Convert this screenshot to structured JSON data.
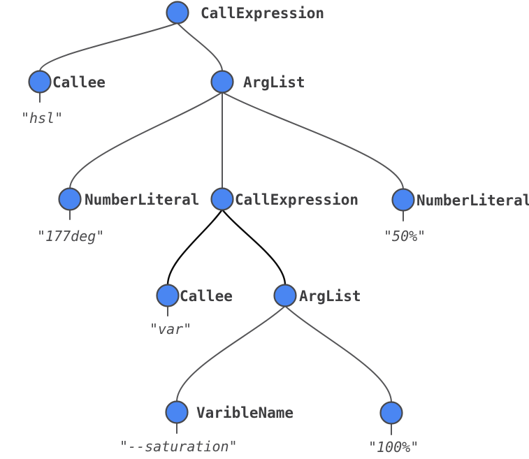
{
  "figure": {
    "description_label": "abstract-syntax-tree",
    "colors": {
      "node_fill": "#4a86f2",
      "node_border": "#48484b",
      "edge": "#555557",
      "edge_highlight": "#0a0a0a",
      "label_text": "#3d3d3f",
      "value_text": "#4b4b4d",
      "background": "#ffffff"
    },
    "nodes": [
      {
        "label": "CallExpression",
        "value": ""
      },
      {
        "label": "Callee",
        "value": "\"hsl\""
      },
      {
        "label": "ArgList",
        "value": ""
      },
      {
        "label": "NumberLiteral",
        "value": "\"177deg\""
      },
      {
        "label": "CallExpression",
        "value": ""
      },
      {
        "label": "NumberLiteral",
        "value": "\"50%\""
      },
      {
        "label": "Callee",
        "value": "\"var\""
      },
      {
        "label": "ArgList",
        "value": ""
      },
      {
        "label": "VaribleName",
        "value": "\"--saturation\""
      },
      {
        "label": "",
        "value": "\"100%\""
      }
    ],
    "edges": [
      {
        "from": 0,
        "to": 1,
        "highlighted": false
      },
      {
        "from": 0,
        "to": 2,
        "highlighted": false
      },
      {
        "from": 2,
        "to": 3,
        "highlighted": false
      },
      {
        "from": 2,
        "to": 4,
        "highlighted": false
      },
      {
        "from": 2,
        "to": 5,
        "highlighted": false
      },
      {
        "from": 4,
        "to": 6,
        "highlighted": true
      },
      {
        "from": 4,
        "to": 7,
        "highlighted": true
      },
      {
        "from": 7,
        "to": 8,
        "highlighted": false
      },
      {
        "from": 7,
        "to": 9,
        "highlighted": false
      }
    ]
  }
}
